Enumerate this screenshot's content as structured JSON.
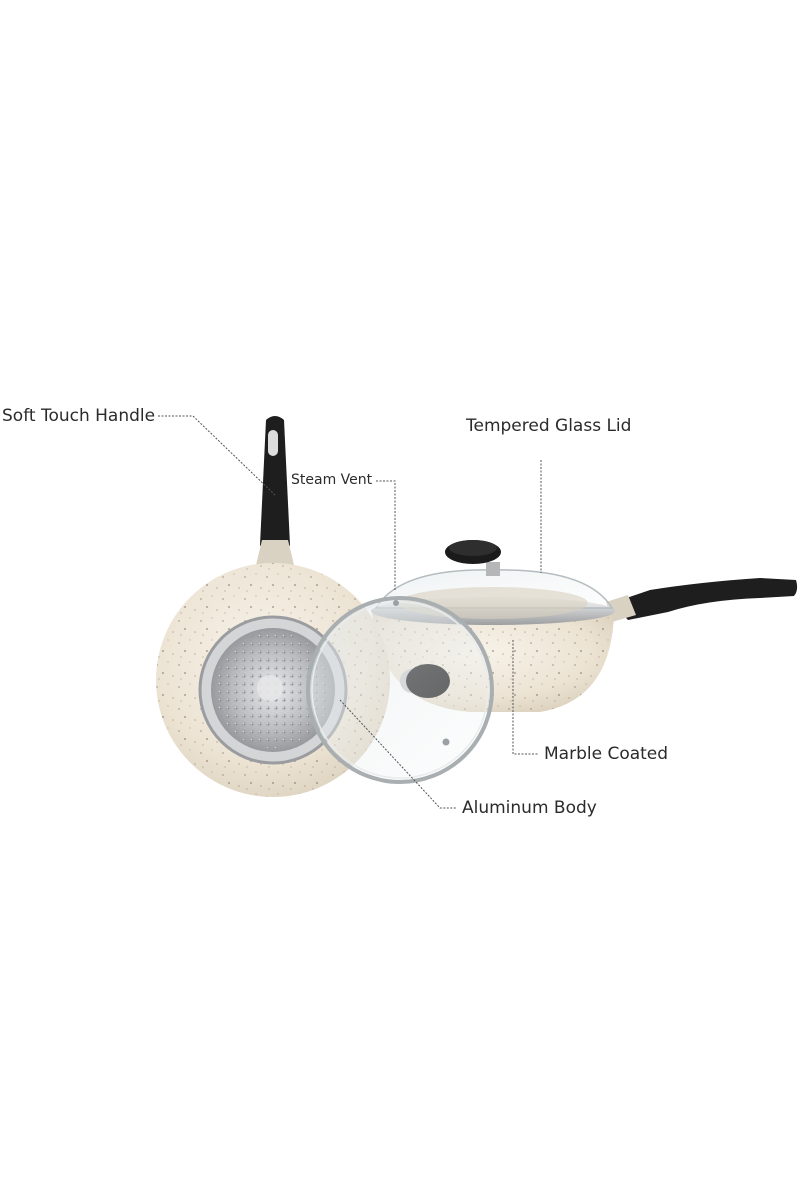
{
  "labels": {
    "soft_touch_handle": "Soft Touch Handle",
    "steam_vent": "Steam Vent",
    "tempered_glass_lid": "Tempered Glass Lid",
    "marble_coated": "Marble Coated",
    "aluminum_body": "Aluminum Body"
  },
  "colors": {
    "marble_body": "#efe7d8",
    "handle": "#1e1e1e",
    "steel": "#c8c9cb",
    "leader_line": "#555555"
  }
}
